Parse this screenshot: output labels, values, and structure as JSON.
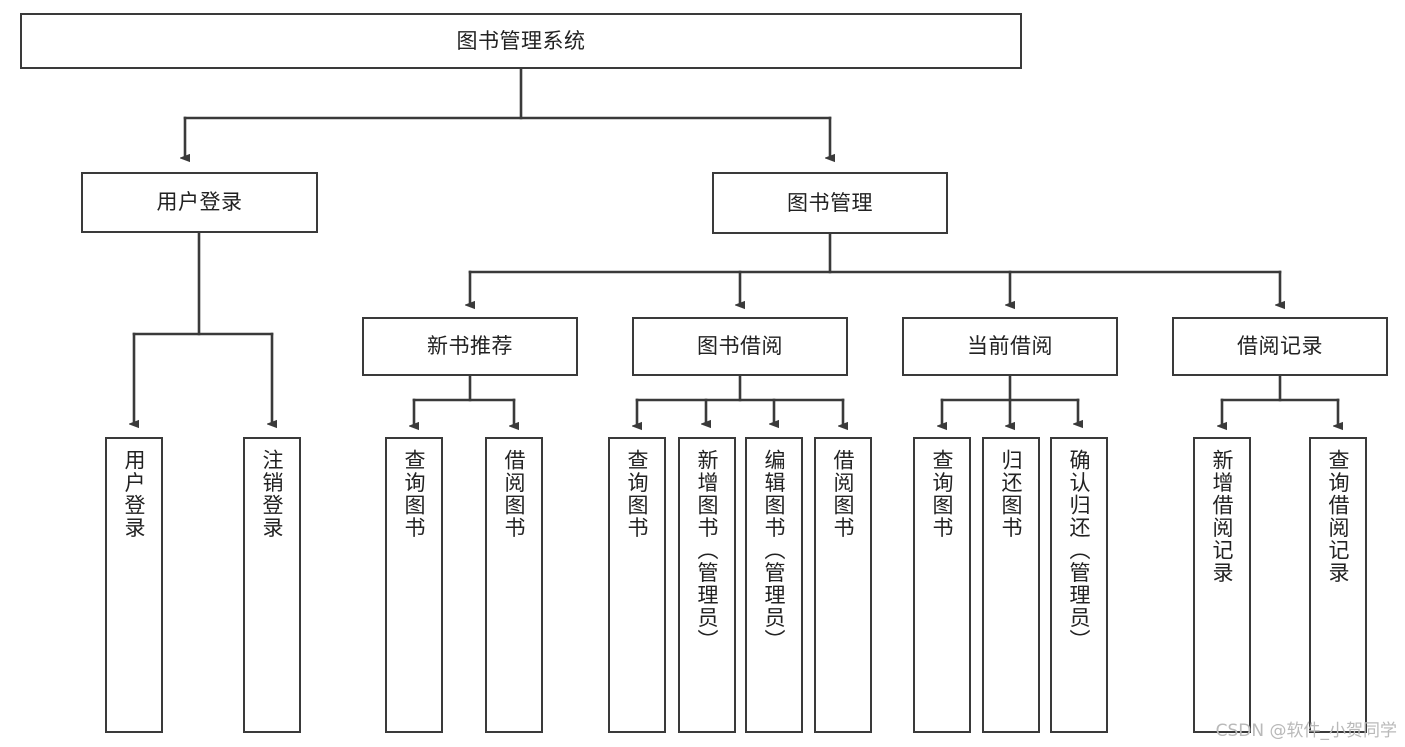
{
  "diagram": {
    "type": "tree-hierarchy",
    "title": "图书管理系统",
    "watermark": "CSDN @软件_小贺同学",
    "colors": {
      "border": "#3a3a3a",
      "fill": "#ffffff",
      "text": "#222222",
      "edge": "#3a3a3a",
      "watermark": "#b9b9b9"
    },
    "root": {
      "id": "root",
      "label": "图书管理系统"
    },
    "level1": [
      {
        "id": "user-login",
        "label": "用户登录"
      },
      {
        "id": "book-manage",
        "label": "图书管理"
      }
    ],
    "level2": [
      {
        "id": "new-book-rec",
        "label": "新书推荐",
        "parent": "book-manage"
      },
      {
        "id": "book-borrow",
        "label": "图书借阅",
        "parent": "book-manage"
      },
      {
        "id": "current-borrow",
        "label": "当前借阅",
        "parent": "book-manage"
      },
      {
        "id": "borrow-record",
        "label": "借阅记录",
        "parent": "book-manage"
      }
    ],
    "leaves": [
      {
        "id": "leaf-user-login",
        "label": "用户登录",
        "parent": "user-login"
      },
      {
        "id": "leaf-user-logout",
        "label": "注销登录",
        "parent": "user-login"
      },
      {
        "id": "leaf-rec-query-book",
        "label": "查询图书",
        "parent": "new-book-rec"
      },
      {
        "id": "leaf-rec-borrow-book",
        "label": "借阅图书",
        "parent": "new-book-rec"
      },
      {
        "id": "leaf-borrow-query-book",
        "label": "查询图书",
        "parent": "book-borrow"
      },
      {
        "id": "leaf-borrow-add-book",
        "label": "新增图书（管理员）",
        "parent": "book-borrow"
      },
      {
        "id": "leaf-borrow-edit-book",
        "label": "编辑图书（管理员）",
        "parent": "book-borrow"
      },
      {
        "id": "leaf-borrow-borrow-book",
        "label": "借阅图书",
        "parent": "book-borrow"
      },
      {
        "id": "leaf-current-query-book",
        "label": "查询图书",
        "parent": "current-borrow"
      },
      {
        "id": "leaf-current-return-book",
        "label": "归还图书",
        "parent": "current-borrow"
      },
      {
        "id": "leaf-current-confirm-return",
        "label": "确认归还（管理员）",
        "parent": "current-borrow"
      },
      {
        "id": "leaf-record-add",
        "label": "新增借阅记录",
        "parent": "borrow-record"
      },
      {
        "id": "leaf-record-query",
        "label": "查询借阅记录",
        "parent": "borrow-record"
      }
    ]
  }
}
